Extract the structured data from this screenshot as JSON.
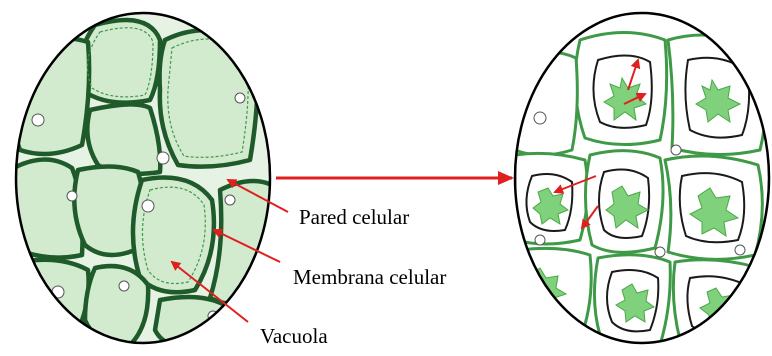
{
  "diagram": {
    "labels": {
      "cell_wall": "Pared celular",
      "cell_membrane": "Membrana celular",
      "vacuole": "Vacuola"
    },
    "colors": {
      "arrow": "#e0201f",
      "wall": "#1f5a2a",
      "wall_light": "#3f9a48",
      "cytoplasm": "#e6f3e4",
      "vacuole_fill": "#d2ebcf",
      "shrunk_vacuole": "#7fd17c",
      "membrane": "#1a1a1a",
      "outline": "#000000"
    }
  }
}
